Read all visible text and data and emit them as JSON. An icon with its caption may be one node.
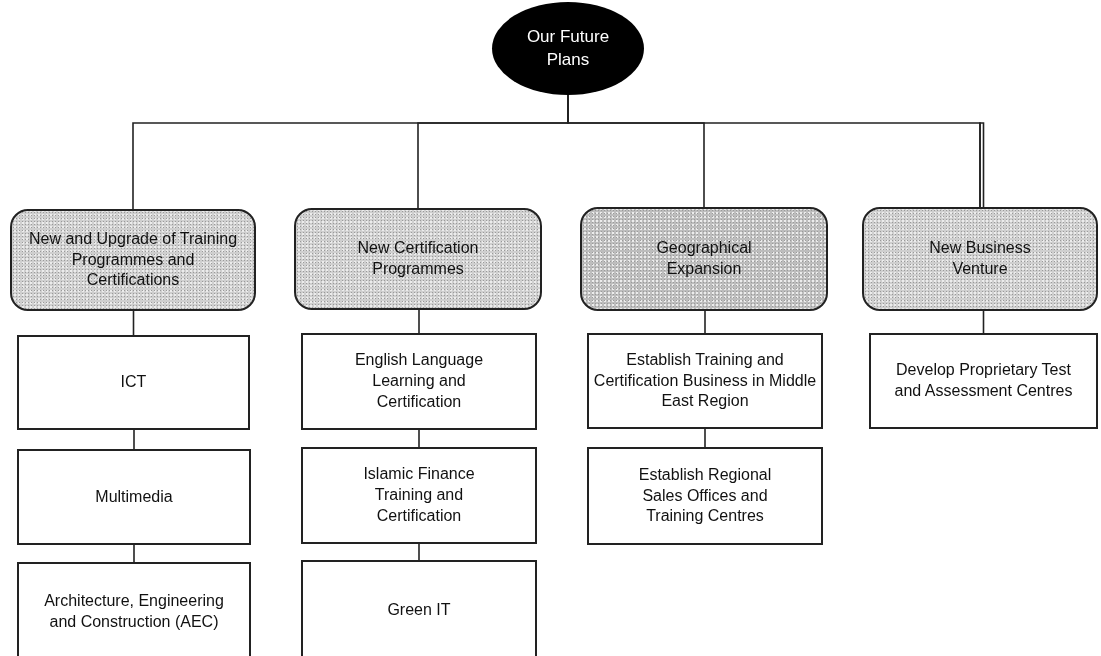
{
  "diagram": {
    "nodes": [
      {
        "text": [
          "Our Future Plans"
        ]
      },
      {
        "text": [
          "New and Upgrade of Training Programmes and Certifications"
        ]
      },
      {
        "text": [
          "New Certification Programmes"
        ]
      },
      {
        "text": [
          "Geographical Expansion"
        ]
      },
      {
        "text": [
          "New Business Venture"
        ]
      },
      {
        "text": [
          "ICT"
        ]
      },
      {
        "text": [
          "Multimedia"
        ]
      },
      {
        "text": [
          "Architecture, Engineering and Construction (AEC)"
        ]
      },
      {
        "text": [
          "English Language Learning and Certification"
        ]
      },
      {
        "text": [
          "Islamic Finance Training and Certification"
        ]
      },
      {
        "text": [
          "Green IT"
        ]
      },
      {
        "text": [
          "Establish Training and Certification Business in Middle East Region"
        ]
      },
      {
        "text": [
          "Establish Regional Sales Offices and Training Centres"
        ]
      },
      {
        "text": [
          "Develop Proprietary Test and Assessment Centres"
        ]
      }
    ],
    "edges": [
      {
        "from": 0,
        "to": 1,
        "arrow": "none"
      },
      {
        "from": 0,
        "to": 2,
        "arrow": "none"
      },
      {
        "from": 0,
        "to": 3,
        "arrow": "none"
      },
      {
        "from": 0,
        "to": 4,
        "arrow": "none"
      },
      {
        "from": 1,
        "to": 5,
        "arrow": "none"
      },
      {
        "from": 5,
        "to": 6,
        "arrow": "none"
      },
      {
        "from": 6,
        "to": 7,
        "arrow": "none"
      },
      {
        "from": 2,
        "to": 8,
        "arrow": "none"
      },
      {
        "from": 8,
        "to": 9,
        "arrow": "none"
      },
      {
        "from": 9,
        "to": 10,
        "arrow": "none"
      },
      {
        "from": 3,
        "to": 11,
        "arrow": "none"
      },
      {
        "from": 11,
        "to": 12,
        "arrow": "none"
      },
      {
        "from": 4,
        "to": 13,
        "arrow": "none"
      }
    ]
  }
}
